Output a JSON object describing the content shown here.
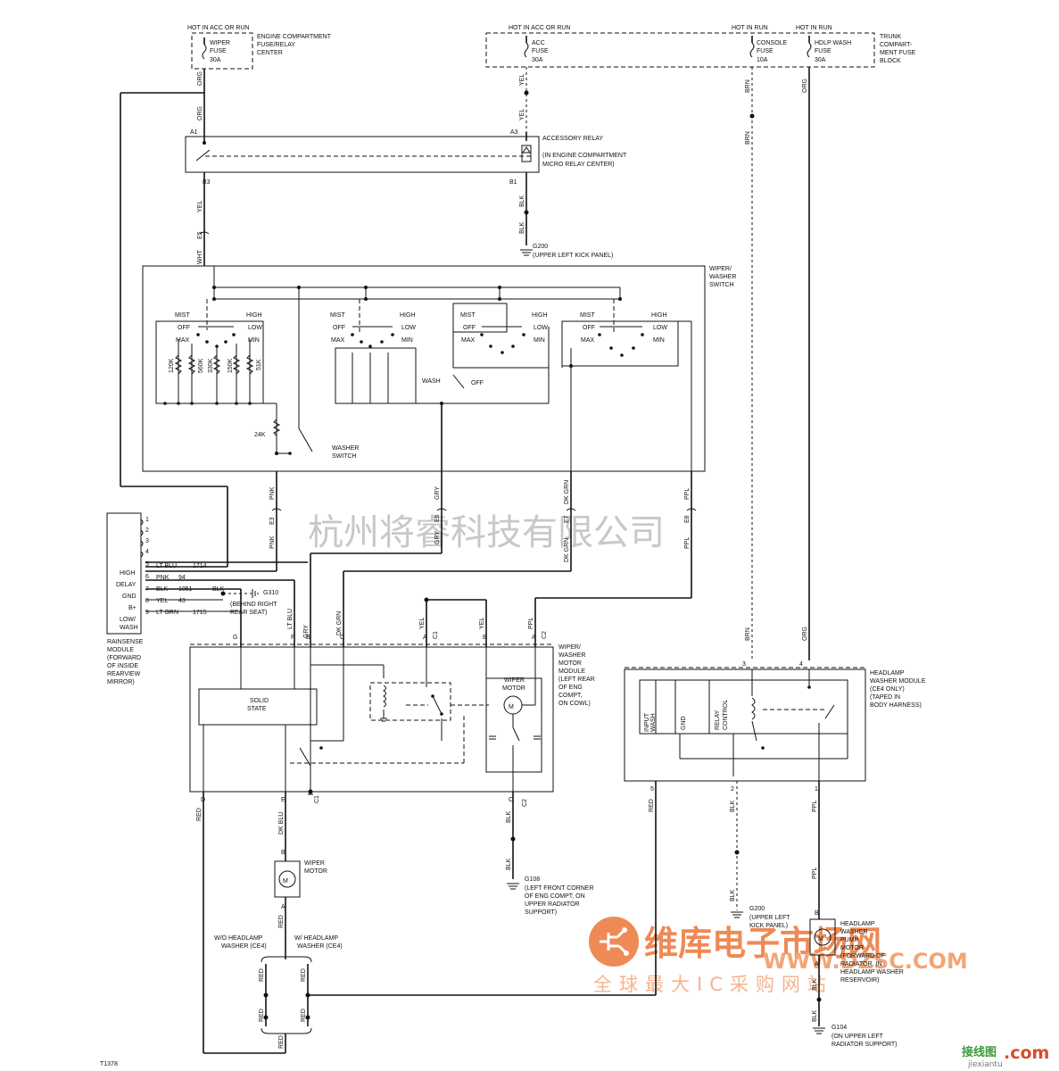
{
  "fuses": {
    "wiper": {
      "hot": "HOT IN ACC OR RUN",
      "name": "WIPER",
      "fuse": "FUSE",
      "amps": "30A",
      "location": "ENGINE COMPARTMENT FUSE/RELAY CENTER"
    },
    "acc": {
      "hot": "HOT IN ACC OR RUN",
      "name": "ACC",
      "fuse": "FUSE",
      "amps": "30A"
    },
    "console": {
      "hot": "HOT IN RUN",
      "name": "CONSOLE",
      "fuse": "FUSE",
      "amps": "10A"
    },
    "hdlpwash": {
      "hot": "HOT IN RUN",
      "name": "HDLP WASH",
      "fuse": "FUSE",
      "amps": "30A",
      "location": "TRUNK COMPART- MENT FUSE BLOCK"
    }
  },
  "relay": {
    "title": "ACCESSORY RELAY",
    "sub1": "(IN ENGINE COMPARTMENT",
    "sub2": "MICRO RELAY CENTER)",
    "pins": [
      "A1",
      "A3",
      "B3",
      "B1"
    ]
  },
  "grounds": {
    "g200_top": {
      "name": "G200",
      "desc": "(UPPER LEFT KICK PANEL)"
    },
    "g310": {
      "name": "G310",
      "desc1": "(BEHIND RIGHT",
      "desc2": "REAR SEAT)"
    },
    "g108": {
      "name": "G108",
      "desc": [
        "(LEFT FRONT CORNER",
        "OF ENG COMPT, ON",
        "UPPER RADIATOR",
        "SUPPORT)"
      ]
    },
    "g200_bot": {
      "name": "G200",
      "desc": [
        "(UPPER LEFT",
        "KICK PANEL)"
      ]
    },
    "g104": {
      "name": "G104",
      "desc": [
        "(ON UPPER LEFT",
        "RADIATOR SUPPORT)"
      ]
    }
  },
  "switch": {
    "title": "WIPER/ WASHER SWITCH",
    "positions": {
      "mist": "MIST",
      "off": "OFF",
      "max": "MAX",
      "high": "HIGH",
      "low": "LOW",
      "min": "MIN"
    },
    "resistors": [
      "120K",
      "560K",
      "330K",
      "150K",
      "51K"
    ],
    "r24k": "24K",
    "wash": "WASH",
    "off": "OFF",
    "washer_switch": "WASHER SWITCH"
  },
  "wires": {
    "org": "ORG",
    "yel": "YEL",
    "brn": "BRN",
    "blk": "BLK",
    "wht": "WHT",
    "pnk": "PNK",
    "gry": "GRY",
    "dkgrn": "DK GRN",
    "ppl": "PPL",
    "ltblu": "LT BLU",
    "red": "RED",
    "dkblu": "DK BLU",
    "e5": "E5",
    "e3": "E3",
    "e6": "E6",
    "e7": "E7",
    "e8": "E8"
  },
  "rainsense": {
    "pins": [
      "1",
      "2",
      "3",
      "4",
      "5",
      "6",
      "7",
      "8",
      "9"
    ],
    "labels": [
      "HIGH",
      "DELAY",
      "GND",
      "B+",
      "LOW/ WASH"
    ],
    "wires": [
      {
        "color": "LT BLU",
        "circuit": "1714"
      },
      {
        "color": "PNK",
        "circuit": "94"
      },
      {
        "color": "BLK",
        "circuit": "1051"
      },
      {
        "color": "YEL",
        "circuit": "43"
      },
      {
        "color": "LT GRN",
        "circuit": "1715"
      }
    ],
    "title": [
      "RAINSENSE",
      "MODULE",
      "(FORWARD",
      "OF INSIDE",
      "REARVIEW",
      "MIRROR)"
    ]
  },
  "motor_module": {
    "title": [
      "WIPER/",
      "WASHER",
      "MOTOR",
      "MODULE",
      "(LEFT REAR",
      "OF ENG",
      "COMPT,",
      "ON COWL)"
    ],
    "solid_state": "SOLID STATE",
    "wiper_motor": "WIPER MOTOR",
    "top_pins": [
      "G",
      "F",
      "B",
      "C",
      "A",
      "B",
      "A"
    ],
    "top_conn": [
      "C1",
      "C2"
    ],
    "bot_pins": [
      "D",
      "E",
      "C"
    ],
    "bot_conn": [
      "C1",
      "C2"
    ]
  },
  "wiper_motor": {
    "title": "WIPER MOTOR",
    "pins": [
      "B",
      "A"
    ]
  },
  "headlamp_module": {
    "title": [
      "HEADLAMP",
      "WASHER MODULE",
      "(CE4 ONLY)",
      "(TAPED IN",
      "BODY HARNESS)"
    ],
    "pins_top": [
      "3",
      "4"
    ],
    "pins_bot": [
      "5",
      "2",
      "1"
    ],
    "labels": [
      "WASH INPUT",
      "GND",
      "RELAY CONTROL"
    ]
  },
  "washer_labels": {
    "without": "W/O HEADLAMP WASHER (CE4)",
    "with": "W/ HEADLAMP WASHER (CE4)"
  },
  "pump": {
    "title": [
      "HEADLAMP",
      "WASHER",
      "PUMP",
      "MOTOR",
      "(FORWARD OF",
      "RADIATOR, IN",
      "HEADLAMP WASHER",
      "RESERVOIR)"
    ],
    "pins": [
      "B",
      "A"
    ]
  },
  "page_id": "T1378",
  "watermarks": {
    "company": "杭州将睿科技有限公司",
    "brand_cn": "维库电子市场网",
    "brand_url": "WWW.DZSC.COM",
    "brand_slogan": "全球最大IC采购网站",
    "corner_cn": "接线图",
    "corner_com": ".com",
    "corner_url": "jiexiantu"
  },
  "colors": {
    "ink": "#111111",
    "brand_orange": "#ee8a55",
    "corner_green": "#3a9a3a",
    "corner_red": "#d94b2b"
  }
}
